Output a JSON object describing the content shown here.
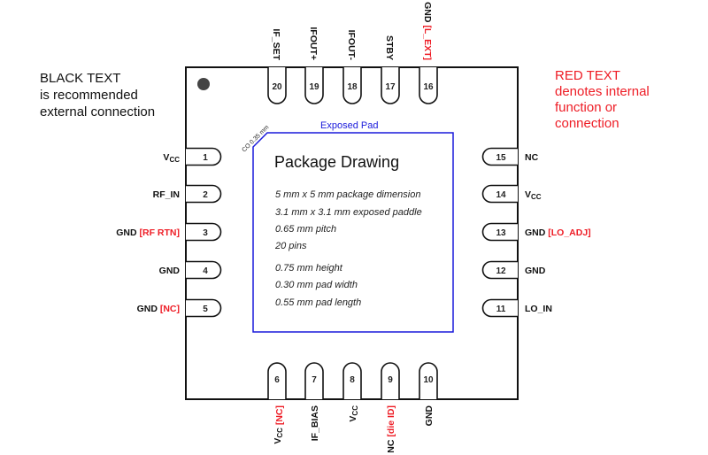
{
  "legend_black": [
    "BLACK TEXT",
    "is recommended",
    "external connection"
  ],
  "legend_red": [
    "RED TEXT",
    "denotes internal",
    "function or",
    "connection"
  ],
  "exposed_pad_label": "Exposed Pad",
  "chamfer_label": "CO 0.35 mm",
  "title": "Package Drawing",
  "specs": [
    "5  mm x 5 mm package dimension",
    "3.1 mm  x 3.1 mm exposed paddle",
    "0.65 mm pitch",
    "20 pins",
    "0.75 mm height",
    "0.30 mm pad width",
    "0.55 mm pad length"
  ],
  "colors": {
    "red": "#ee1c25",
    "pad": "#1a1adb",
    "outline": "#111111",
    "dot": "#444444"
  },
  "pins": [
    {
      "n": "1",
      "main": "V",
      "sub": "CC",
      "red": ""
    },
    {
      "n": "2",
      "main": "RF_IN",
      "sub": "",
      "red": ""
    },
    {
      "n": "3",
      "main": "GND ",
      "sub": "",
      "red": "[RF RTN]"
    },
    {
      "n": "4",
      "main": "GND",
      "sub": "",
      "red": ""
    },
    {
      "n": "5",
      "main": "GND ",
      "sub": "",
      "red": "[NC]"
    },
    {
      "n": "6",
      "main": "V",
      "sub": "CC",
      "red": " [NC]"
    },
    {
      "n": "7",
      "main": "IF_BIAS",
      "sub": "",
      "red": ""
    },
    {
      "n": "8",
      "main": "V",
      "sub": "CC",
      "red": ""
    },
    {
      "n": "9",
      "main": "NC ",
      "sub": "",
      "red": "[die ID]"
    },
    {
      "n": "10",
      "main": "GND",
      "sub": "",
      "red": ""
    },
    {
      "n": "11",
      "main": "LO_IN",
      "sub": "",
      "red": ""
    },
    {
      "n": "12",
      "main": "GND",
      "sub": "",
      "red": ""
    },
    {
      "n": "13",
      "main": "GND ",
      "sub": "",
      "red": "[LO_ADJ]"
    },
    {
      "n": "14",
      "main": "V",
      "sub": "CC",
      "red": ""
    },
    {
      "n": "15",
      "main": "NC",
      "sub": "",
      "red": ""
    },
    {
      "n": "16",
      "main": "GND ",
      "sub": "",
      "red": "[L_EXT]"
    },
    {
      "n": "17",
      "main": "STBY",
      "sub": "",
      "red": ""
    },
    {
      "n": "18",
      "main": "IFOUT-",
      "sub": "",
      "red": ""
    },
    {
      "n": "19",
      "main": "IFOUT+",
      "sub": "",
      "red": ""
    },
    {
      "n": "20",
      "main": "IF_SET",
      "sub": "",
      "red": ""
    }
  ]
}
